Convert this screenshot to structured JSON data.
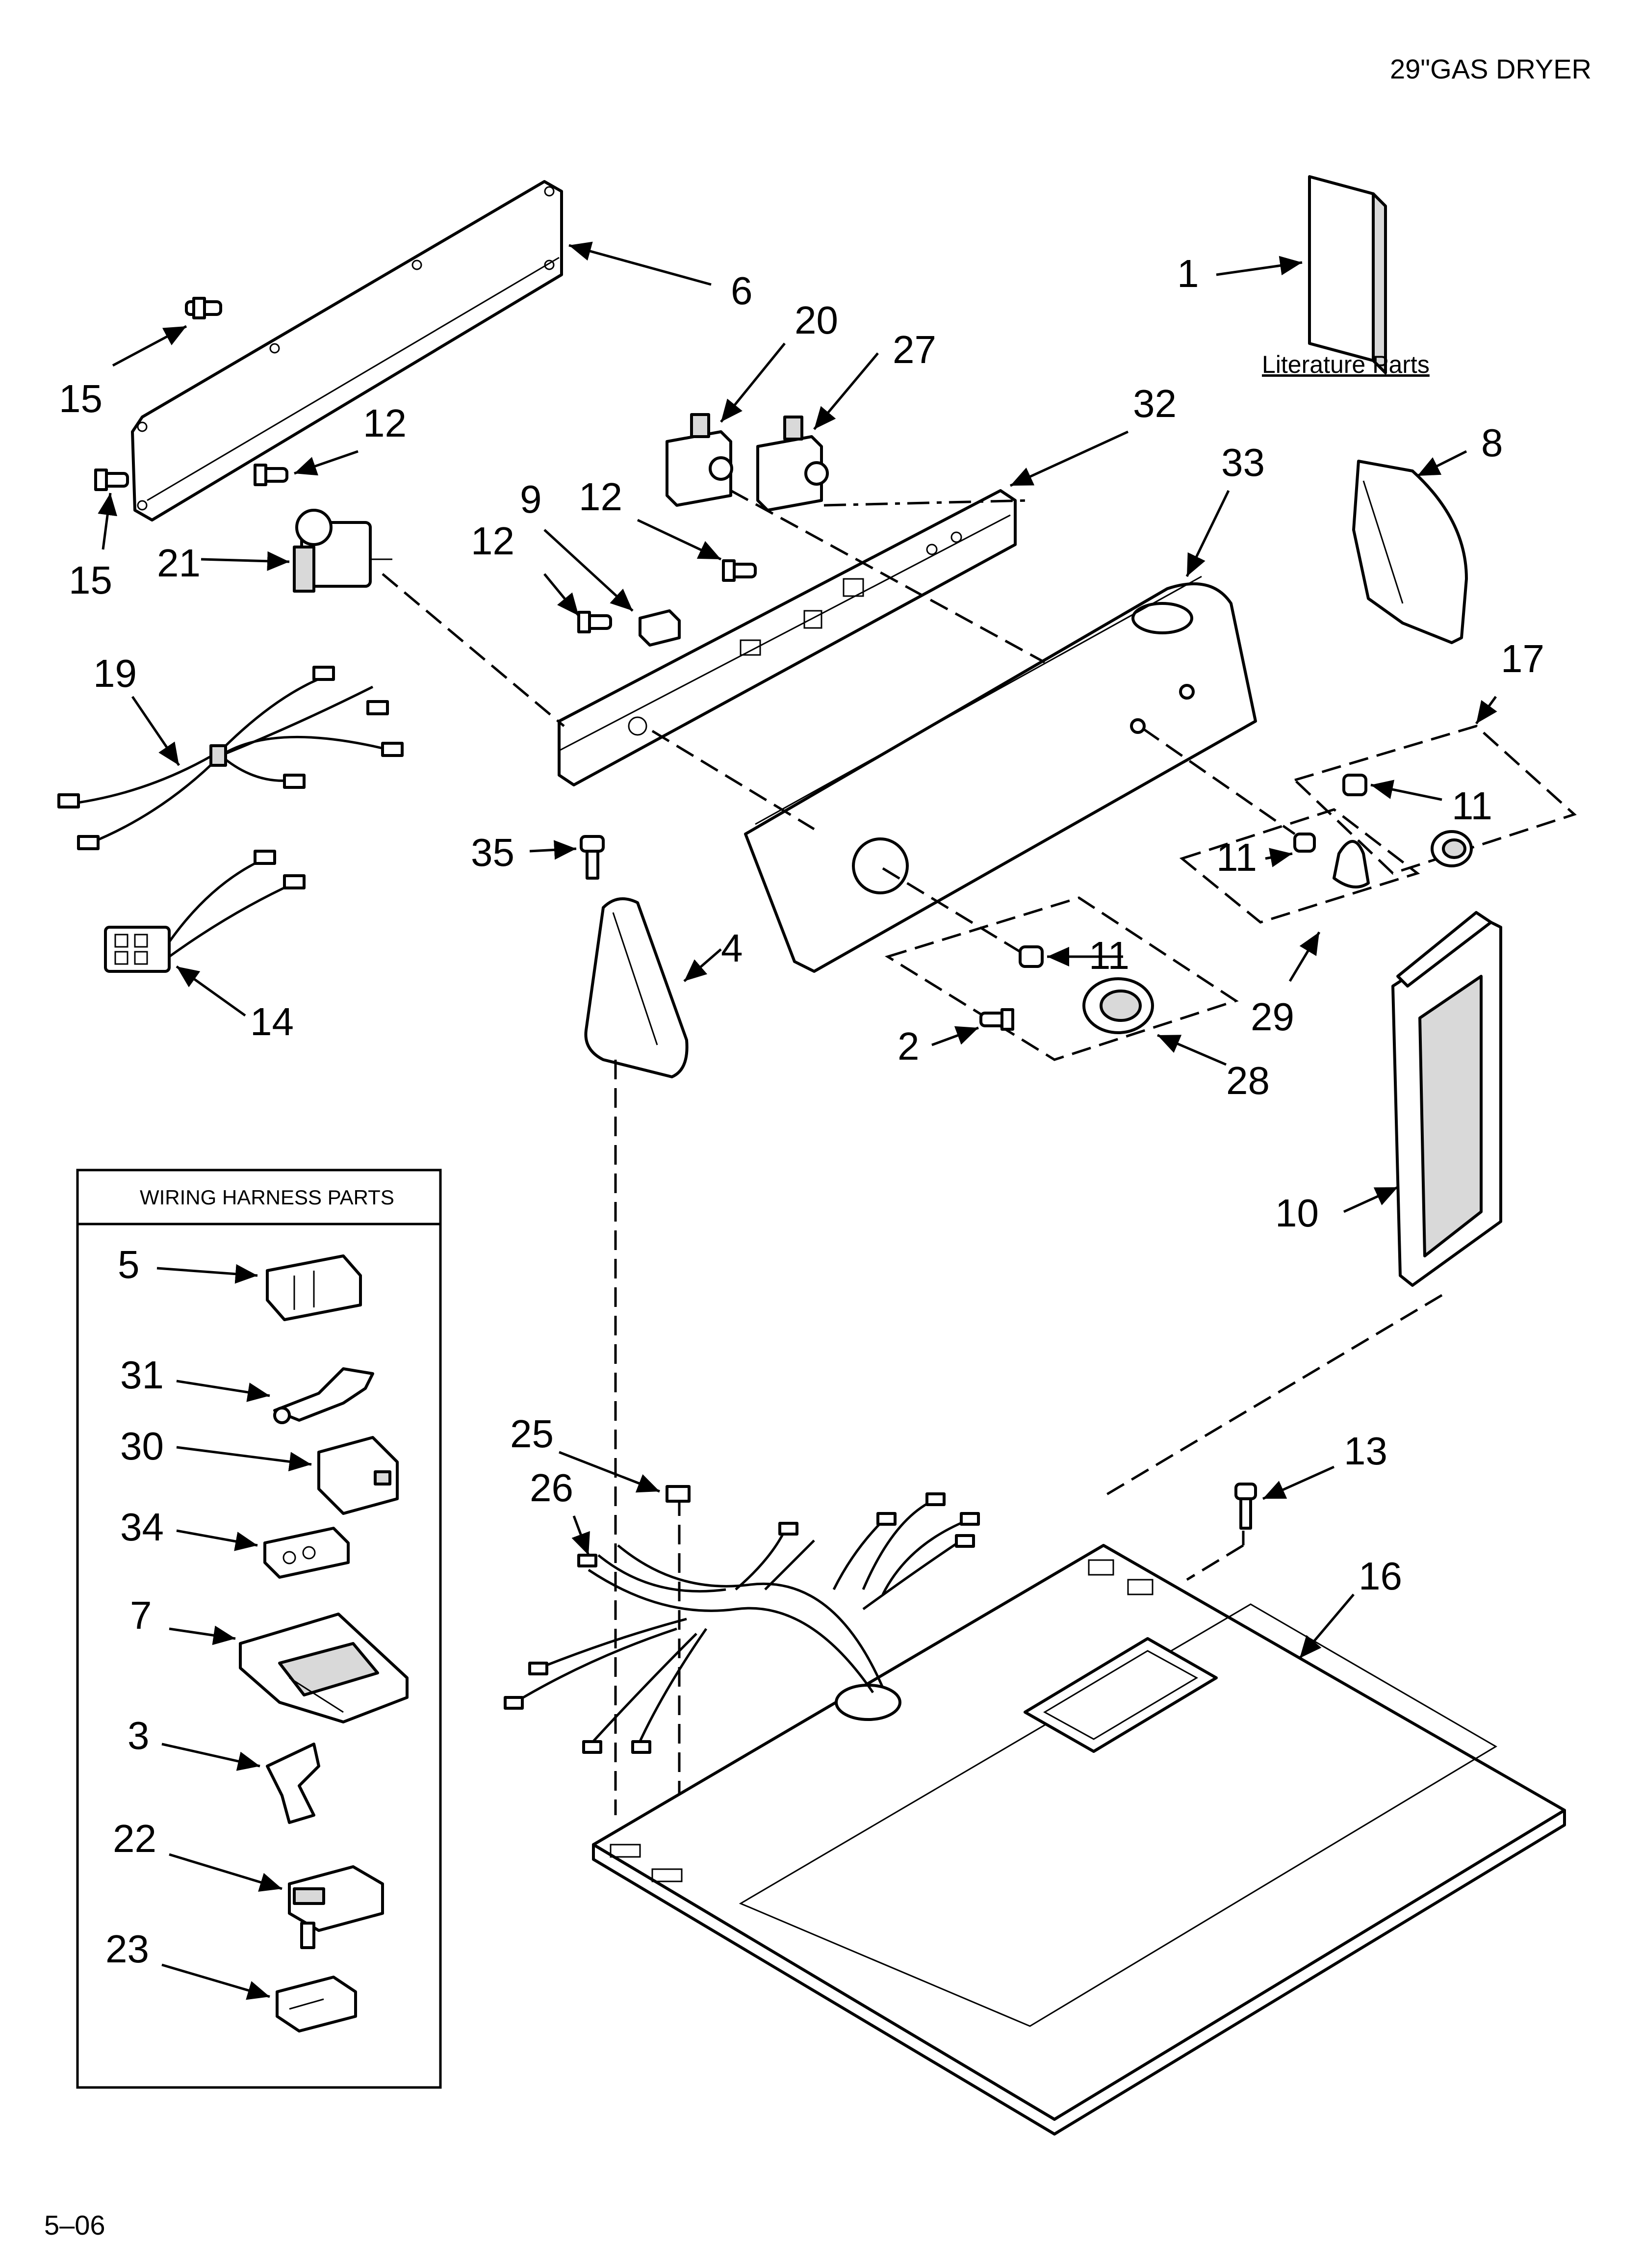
{
  "header": {
    "title": "29\"GAS DRYER",
    "page_code": "5–06"
  },
  "literature": {
    "label": "Literature Parts",
    "callout": "1"
  },
  "wiring_box": {
    "title": "WIRING HARNESS PARTS"
  },
  "callouts": {
    "c1": "1",
    "c2": "2",
    "c3": "3",
    "c4": "4",
    "c5": "5",
    "c6": "6",
    "c7": "7",
    "c8": "8",
    "c9": "9",
    "c10": "10",
    "c11a": "11",
    "c11b": "11",
    "c11c": "11",
    "c12a": "12",
    "c12b": "12",
    "c12c": "12",
    "c13": "13",
    "c14": "14",
    "c15a": "15",
    "c15b": "15",
    "c16": "16",
    "c17": "17",
    "c19": "19",
    "c20": "20",
    "c21": "21",
    "c22": "22",
    "c23": "23",
    "c25": "25",
    "c26": "26",
    "c27": "27",
    "c28": "28",
    "c29": "29",
    "c30": "30",
    "c31": "31",
    "c32": "32",
    "c33": "33",
    "c34": "34",
    "c35": "35"
  }
}
